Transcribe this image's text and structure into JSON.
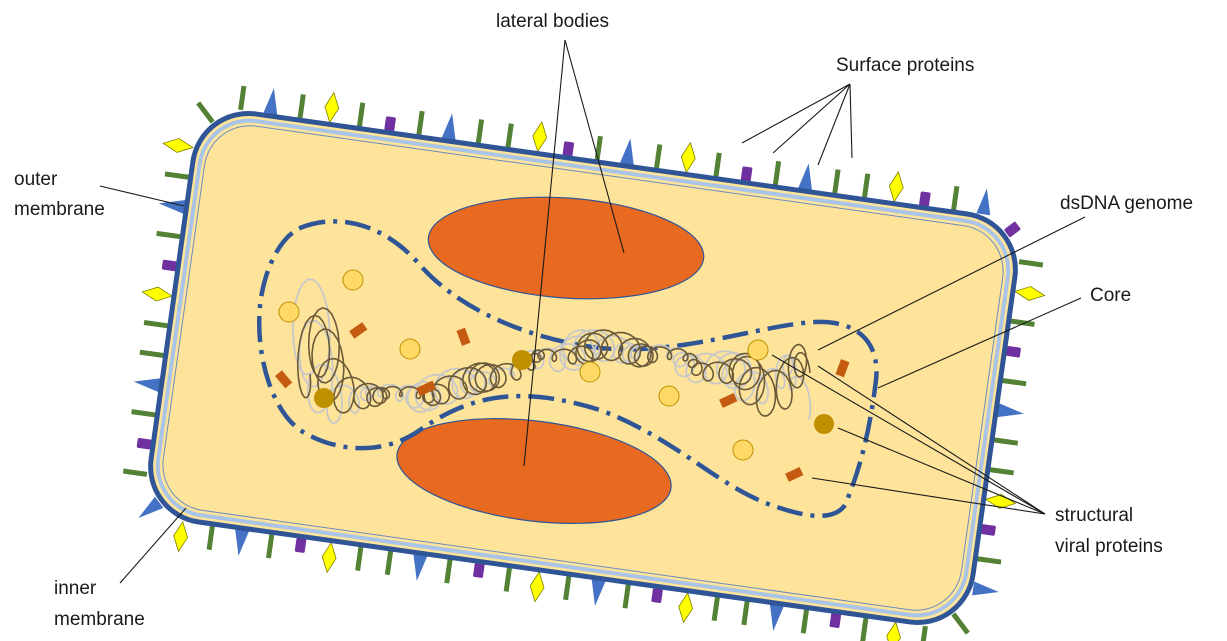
{
  "labels": {
    "lateral_bodies": "lateral bodies",
    "surface_proteins": "Surface proteins",
    "outer_membrane_1": "outer",
    "outer_membrane_2": "membrane",
    "dsdna_genome": "dsDNA genome",
    "core": "Core",
    "inner_membrane_1": "inner",
    "inner_membrane_2": "membrane",
    "structural_1": "structural",
    "structural_2": "viral proteins"
  },
  "colors": {
    "virion_fill": "#fde49a",
    "outer_membrane": "#2f5597",
    "inner_membrane": "#a9c4e6",
    "lateral_body": "#e86a20",
    "core_outline": "#2f5597",
    "dna_dark": "#6b5a3a",
    "dna_light": "#c8c8c8",
    "protein_light": "#ffd966",
    "protein_gold": "#bf9000",
    "protein_rust": "#c55a11",
    "spike_blue": "#4472c4",
    "spike_green": "#548235",
    "spike_purple": "#7030a0",
    "spike_yellow": "#ffff00"
  },
  "icons": [
    "spike-triangle-icon",
    "spike-bar-icon",
    "spike-purple-block-icon",
    "spike-diamond-icon"
  ]
}
